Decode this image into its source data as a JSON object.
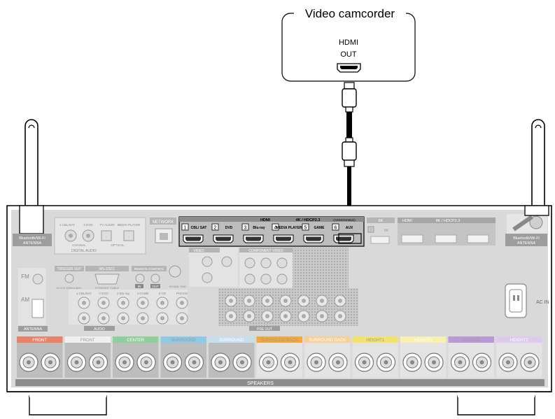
{
  "camcorder": {
    "title": "Video camcorder",
    "port_label_1": "HDMI",
    "port_label_2": "OUT"
  },
  "receiver": {
    "network": "NETWORK",
    "bt_antenna_left": [
      "Bluetooth/Wi-Fi",
      "ANTENNA"
    ],
    "bt_antenna_right": [
      "Bluetooth/Wi-Fi",
      "ANTENNA"
    ],
    "digital_audio": {
      "top_labels": [
        "1 CBL/SAT",
        "2 DVD",
        "TV AUDIO",
        "MEDIA PLAYER"
      ],
      "coaxial": "COAXIAL",
      "optical": "OPTICAL",
      "footer": "DIGITAL AUDIO"
    },
    "hdmi_in": {
      "header": "HDMI",
      "header_spec": "4K / HDCP2.3",
      "header_note": "(ASSIGNABLE)",
      "ports": [
        {
          "num": "1",
          "label": "CBL/ SAT"
        },
        {
          "num": "2",
          "label": "DVD"
        },
        {
          "num": "3",
          "label": "Blu-ray"
        },
        {
          "num": "4",
          "label": "MEDIA PLAYER"
        },
        {
          "num": "5",
          "label": "GAME"
        },
        {
          "num": "6",
          "label": "AUX"
        }
      ],
      "port_8k_header": "8K",
      "port_7": {
        "num": "7",
        "label": "8K"
      }
    },
    "hdmi_out": {
      "header": "HDMI",
      "header_spec": "8K / HDCP2.3"
    },
    "trigger": "TRIGGER OUT",
    "trigger_note": "DC12V 150mA MAX.",
    "rs232c": "RS-232C",
    "rs232c_note": "STRAIGHT CABLE",
    "remote_control": "REMOTE CONTROL",
    "remote_in": "IN",
    "remote_out": "OUT",
    "signal_gnd": "SIGNAL GND",
    "video_label": "VIDEO",
    "component_label": "COMPONENT VIDEO",
    "pre_out": "PRE OUT",
    "fm": "FM",
    "am": "AM",
    "antenna": "ANTENNA",
    "audio_label": "AUDIO",
    "audio_cols": [
      "1 CBL/SAT",
      "2 DVD",
      "3 Blu-ray",
      "4 GAME",
      "5 CD",
      "PHONO"
    ],
    "ac_in": "AC IN",
    "speakers_title": "SPEAKERS",
    "speaker_groups": [
      {
        "label": "FRONT",
        "color": "#e8836a"
      },
      {
        "label": "FRONT",
        "color": "#f0f0f0"
      },
      {
        "label": "CENTER",
        "color": "#8fcf9b"
      },
      {
        "label": "SURROUND",
        "color": "#8ec9e8"
      },
      {
        "label": "SURROUND",
        "color": "#c8e0ee"
      },
      {
        "label": "SURROUND BACK",
        "color": "#f2a93a"
      },
      {
        "label": "SURROUND BACK",
        "color": "#f7cf93"
      },
      {
        "label": "HEIGHT1",
        "color": "#f3e36a"
      },
      {
        "label": "HEIGHT1",
        "color": "#f8f0b0"
      },
      {
        "label": "HEIGHT2",
        "color": "#b99ad6"
      },
      {
        "label": "HEIGHT2",
        "color": "#dccbec"
      }
    ]
  }
}
